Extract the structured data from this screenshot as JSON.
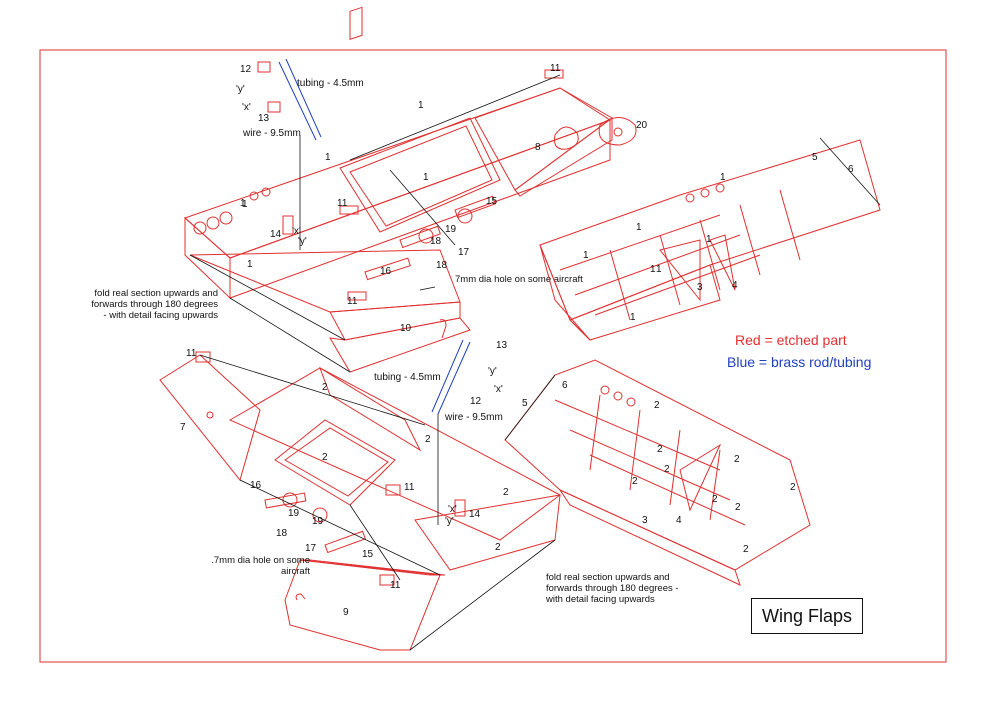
{
  "title": "Wing Flaps",
  "legend": {
    "red_text": "Red = etched part",
    "blue_text": "Blue = brass rod/tubing",
    "red_color": "#e03030",
    "blue_color": "#2040c0"
  },
  "upper_assembly": {
    "tubing": "tubing - 4.5mm",
    "wire": "wire - 9.5mm",
    "hole_note": "7mm dia hole on some aircraft",
    "fold_note": "fold real section upwards and forwards through 180 degrees - with detail facing upwards",
    "labels": {
      "p12": "12",
      "py": "'y'",
      "px": "'x'",
      "p13": "13",
      "p11a": "11",
      "p1a": "1",
      "p1b": "1",
      "p1c": "1",
      "p1d": "1",
      "p8": "8",
      "p20": "20",
      "p11b": "11",
      "p15": "15",
      "p19": "19",
      "p18a": "18",
      "p17": "17",
      "p18b": "18",
      "p14": "14",
      "pxx": "'x'",
      "pyy": "'y'",
      "p16": "16",
      "p11c": "11",
      "p10": "10",
      "p1e": "1",
      "p1f": "1"
    }
  },
  "upper_right_panel": {
    "labels": {
      "p5": "5",
      "p6": "6",
      "p1a": "1",
      "p1b": "1",
      "p1c": "1",
      "p1d": "1",
      "p1e": "1",
      "p1f": "1",
      "p3": "3",
      "p4": "4",
      "p1g": "1"
    }
  },
  "lower_assembly": {
    "tubing": "tubing - 4.5mm",
    "wire": "wire - 9.5mm",
    "hole_note": ".7mm dia hole on some aircraft",
    "fold_note": "fold real section upwards and forwards through 180 degrees - with detail facing upwards",
    "labels": {
      "p11a": "11",
      "p7": "7",
      "p2a": "2",
      "p2b": "2",
      "p2c": "2",
      "p13": "13",
      "py": "'y'",
      "px": "'x'",
      "p12": "12",
      "p16": "16",
      "p19a": "19",
      "p18": "18",
      "p19b": "19",
      "p17": "17",
      "p15": "15",
      "p11b": "11",
      "p11c": "11",
      "pxx": "'x'",
      "pyy": "'y'",
      "p14": "14",
      "p2d": "2",
      "p2e": "2",
      "p9": "9"
    }
  },
  "lower_right_panel": {
    "labels": {
      "p6": "6",
      "p5": "5",
      "p2a": "2",
      "p2b": "2",
      "p2c": "2",
      "p2d": "2",
      "p2e": "2",
      "p2f": "2",
      "p2g": "2",
      "p2h": "2",
      "p2i": "2",
      "p3": "3",
      "p4": "4"
    }
  }
}
